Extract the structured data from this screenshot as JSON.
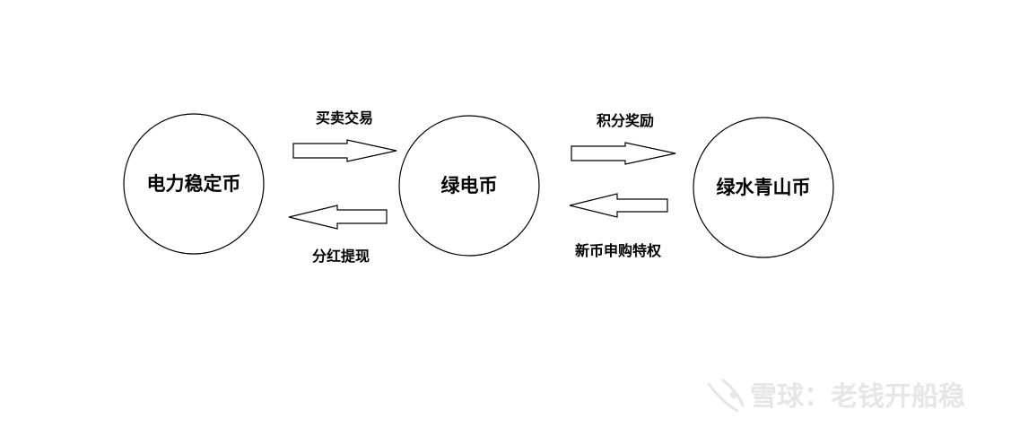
{
  "diagram": {
    "nodes": {
      "power_stablecoin": "电力稳定币",
      "green_power_coin": "绿电币",
      "green_mountain_coin": "绿水青山币"
    },
    "edges": {
      "buy_sell_trade": "买卖交易",
      "dividend_withdraw": "分红提现",
      "points_reward": "积分奖励",
      "new_coin_subscription": "新币申购特权"
    }
  },
  "watermark": {
    "text": "雪球：老钱开船稳"
  }
}
